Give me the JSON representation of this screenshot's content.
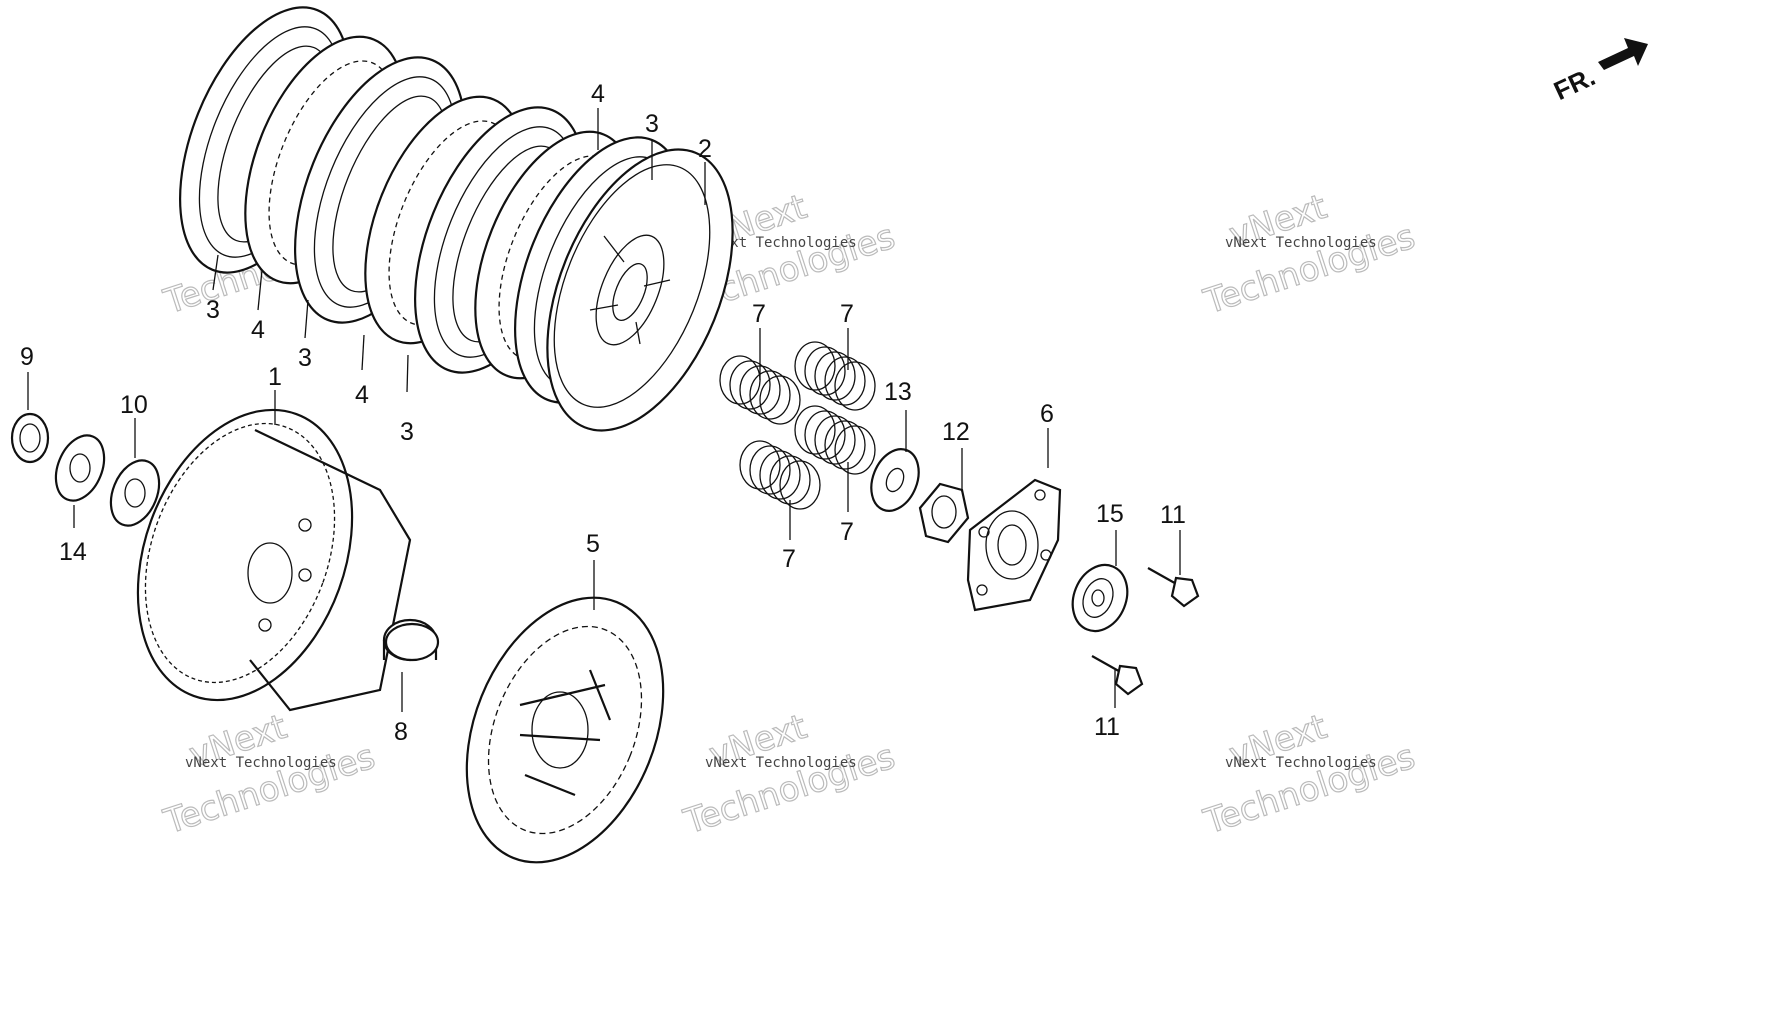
{
  "direction_indicator": {
    "label": "FR."
  },
  "watermark": {
    "line1": "vNext Technologies",
    "line2": "vNext",
    "line3": "Technologies"
  },
  "callouts": {
    "c3a": "3",
    "c4a": "4",
    "c3b": "3",
    "c4b": "4",
    "c3c": "3",
    "c4c": "4",
    "c3d": "3",
    "c2": "2",
    "c9": "9",
    "c14": "14",
    "c10": "10",
    "c1": "1",
    "c8": "8",
    "c5": "5",
    "c7a": "7",
    "c7b": "7",
    "c7c": "7",
    "c7d": "7",
    "c13": "13",
    "c12": "12",
    "c6": "6",
    "c15": "15",
    "c11a": "11",
    "c11b": "11"
  }
}
